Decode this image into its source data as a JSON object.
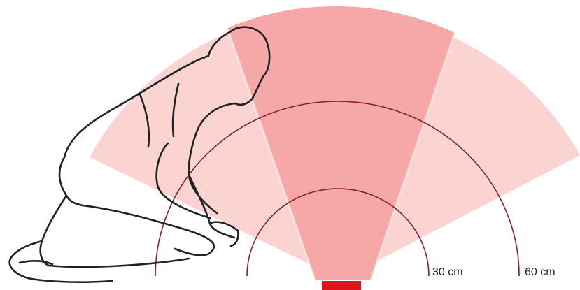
{
  "colors": {
    "outer_zone": "#fbd4d1",
    "center_zone": "#f6a7a7",
    "range_ring": "#8b1e2a",
    "sensor": "#e0131b",
    "figure_stroke": "#222222",
    "figure_fill": "#ffffff"
  },
  "labels": {
    "ring_30": "30 cm",
    "ring_60": "60 cm"
  },
  "icons": {
    "sensor": "sensor-block",
    "person": "kneeling-person-sketch"
  }
}
